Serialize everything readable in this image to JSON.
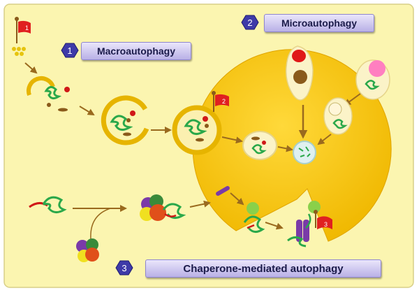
{
  "colors": {
    "background": "#fbf5b0",
    "lysosome": "#f5c21a",
    "lysosome_rim": "#e0a400",
    "label_fill": "#c6bff0",
    "hex_badge": "#3e3aa8",
    "flag": "#e02020",
    "arrow": "#9a6a1e",
    "protein": "#2aa84a"
  },
  "icons": [
    "flag-icon",
    "hexagon-badge-icon",
    "protein-icon",
    "arrow-icon",
    "chaperone-icon",
    "receptor-icon"
  ],
  "pathways": [
    {
      "number": "1",
      "label": "Macroautophagy"
    },
    {
      "number": "2",
      "label": "Microautophagy"
    },
    {
      "number": "3",
      "label": "Chaperone-mediated autophagy"
    }
  ],
  "flags": [
    "1",
    "2",
    "3"
  ]
}
